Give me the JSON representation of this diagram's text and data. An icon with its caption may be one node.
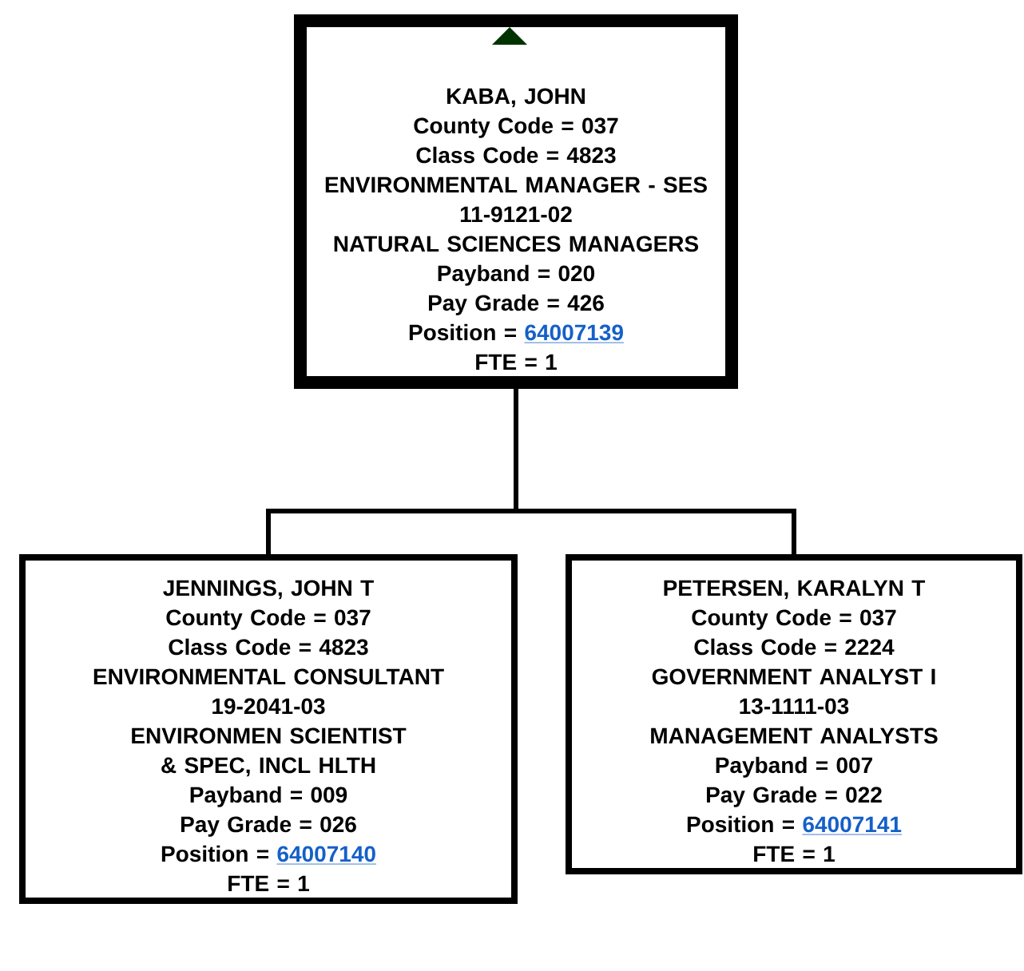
{
  "diagram": {
    "nodes": [
      {
        "text": [
          "KABA, JOHN",
          "County Code = 037",
          "Class Code = 4823",
          "ENVIRONMENTAL MANAGER - SES",
          "11-9121-02",
          "NATURAL SCIENCES MANAGERS",
          "Payband = 020",
          "Pay Grade = 426",
          "Position =",
          "64007139",
          "FTE = 1"
        ]
      },
      {
        "text": [
          "JENNINGS, JOHN T",
          "County Code = 037",
          "Class Code = 4823",
          "ENVIRONMENTAL CONSULTANT",
          "19-2041-03",
          "ENVIRONMEN SCIENTIST & SPEC, INCL HLTH",
          "Payband = 009",
          "Pay Grade = 026",
          "Position =",
          "64007140",
          "FTE = 1"
        ]
      },
      {
        "text": [
          "PETERSEN, KARALYN T",
          "County Code = 037",
          "Class Code = 2224",
          "GOVERNMENT ANALYST I",
          "13-1111-03",
          "MANAGEMENT ANALYSTS",
          "Payband = 007",
          "Pay Grade = 022",
          "Position =",
          "64007141",
          "FTE = 1"
        ]
      }
    ],
    "edges": [
      {
        "from": 0,
        "to": 1,
        "arrow": "none"
      },
      {
        "from": 0,
        "to": 2,
        "arrow": "none"
      }
    ]
  }
}
